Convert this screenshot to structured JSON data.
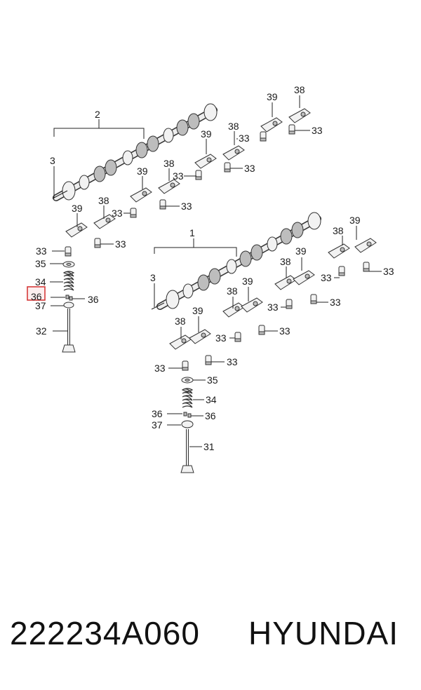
{
  "caption": {
    "part_number": "222234A060",
    "brand": "HYUNDAI"
  },
  "callouts": {
    "n1": "1",
    "n2": "2",
    "n3": "3",
    "n31": "31",
    "n32": "32",
    "n33": "33",
    "n34": "34",
    "n35": "35",
    "n36": "36",
    "n37": "37",
    "n38": "38",
    "n39": "39"
  },
  "highlight": {
    "callout": "36",
    "color": "#d32f2f"
  }
}
